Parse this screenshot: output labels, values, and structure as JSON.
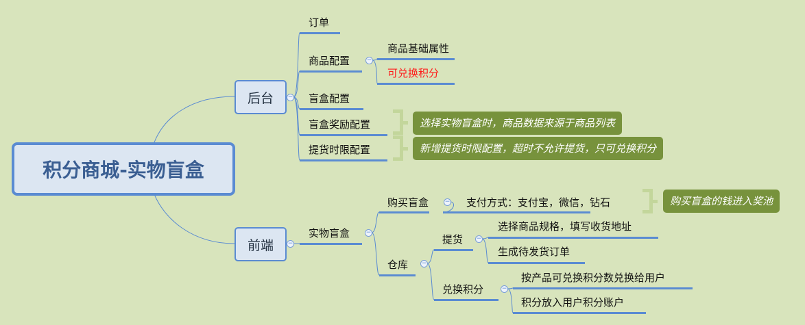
{
  "root": "积分商城-实物盲盒",
  "backend": {
    "label": "后台",
    "order": "订单",
    "product_config": "商品配置",
    "product_basic": "商品基础属性",
    "redeemable_points": "可兑换积分",
    "blindbox_config": "盲盒配置",
    "reward_config": "盲盒奖励配置",
    "pickup_limit": "提货时限配置",
    "note_reward": "选择实物盲盒时，商品数据来源于商品列表",
    "note_pickup": "新增提货时限配置，超时不允许提货，只可兑换积分"
  },
  "frontend": {
    "label": "前端",
    "physical_box": "实物盲盒",
    "buy": "购买盲盒",
    "payment": "支付方式：支付宝，微信，钻石",
    "note_buy": "购买盲盒的钱进入奖池",
    "warehouse": "仓库",
    "pickup": "提货",
    "select_spec": "选择商品规格，填写收货地址",
    "create_order": "生成待发货订单",
    "exchange": "兑换积分",
    "exchange_desc": "按产品可兑换积分数兑换给用户",
    "points_account": "积分放入用户积分账户"
  },
  "colors": {
    "accent": "#5a8bd2",
    "note": "#77923c",
    "background": "#d8e4bc",
    "red": "#ff1a1a"
  }
}
